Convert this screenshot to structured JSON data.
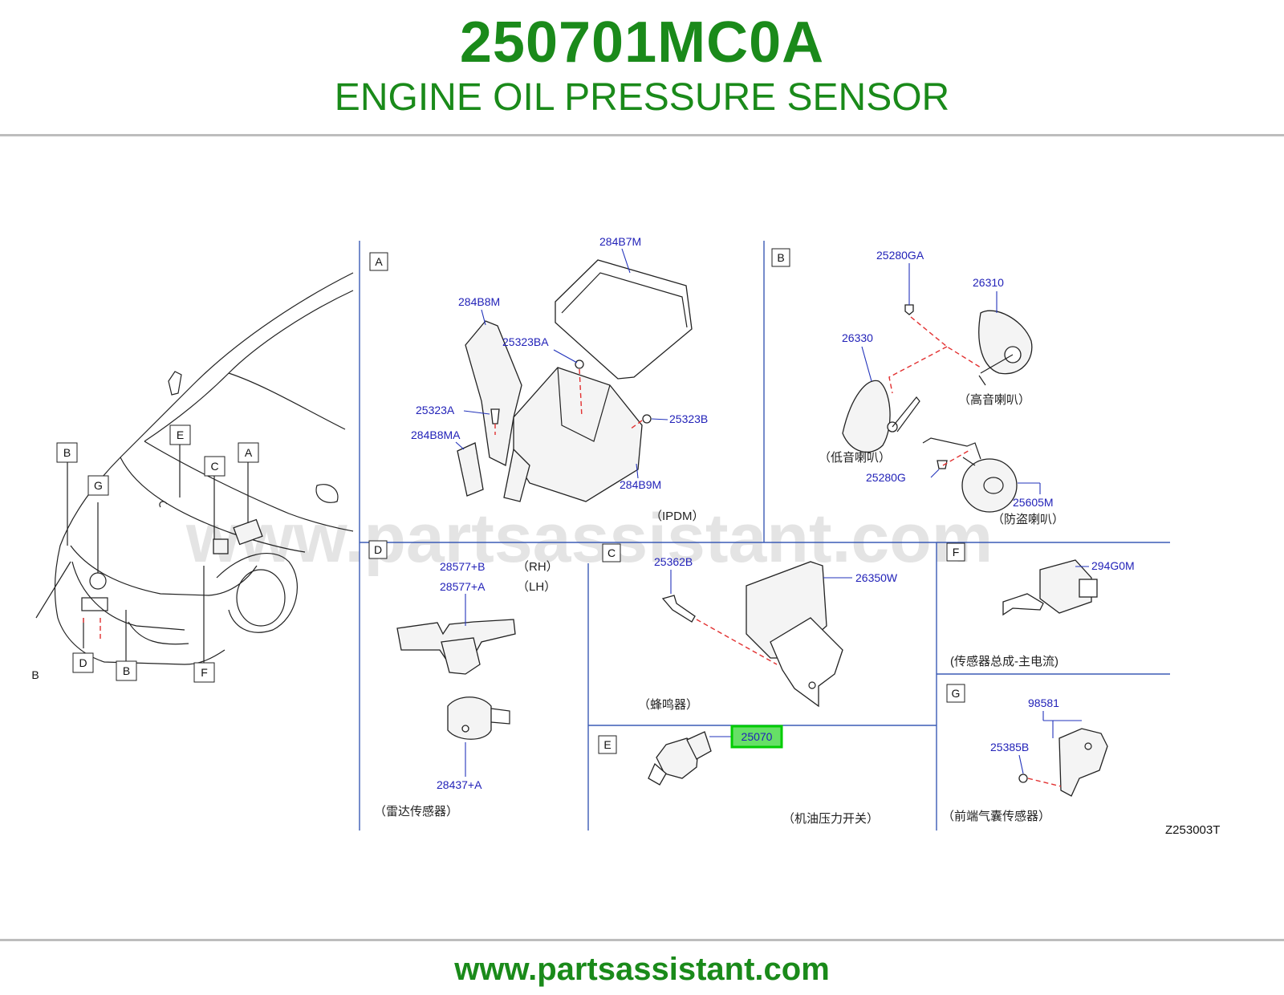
{
  "header": {
    "part_number": "250701MC0A",
    "description": "ENGINE OIL PRESSURE SENSOR"
  },
  "footer": {
    "url": "www.partsassistant.com"
  },
  "watermark": "www.partsassistant.com",
  "diagram": {
    "code": "Z253003T",
    "overview_letters": [
      "B",
      "G",
      "E",
      "C",
      "A",
      "B",
      "D",
      "B",
      "F"
    ],
    "panels": {
      "A": {
        "letter": "A",
        "labels": [
          "284B7M",
          "284B8M",
          "25323BA",
          "25323A",
          "25323B",
          "284B8MA",
          "284B9M"
        ],
        "caption": "（IPDM）"
      },
      "B": {
        "letter": "B",
        "labels": [
          "25280GA",
          "26310",
          "26330",
          "25280G",
          "25605M"
        ],
        "captions": [
          "（高音喇叭）",
          "（低音喇叭）",
          "（防盗喇叭）"
        ]
      },
      "C": {
        "letter": "C",
        "labels": [
          "25362B",
          "26350W"
        ],
        "caption": "（蜂鸣器）"
      },
      "D": {
        "letter": "D",
        "labels": [
          "28577+B",
          "28577+A",
          "28437+A"
        ],
        "side_rh": "（RH）",
        "side_lh": "（LH）",
        "caption": "（雷达传感器）"
      },
      "E": {
        "letter": "E",
        "labels": [
          "25070"
        ],
        "caption": "（机油压力开关）",
        "highlight_color": "#00cc00",
        "highlight_fill": "#66e066"
      },
      "F": {
        "letter": "F",
        "labels": [
          "294G0M"
        ],
        "caption": "(传感器总成-主电流)"
      },
      "G": {
        "letter": "G",
        "labels": [
          "98581",
          "25385B"
        ],
        "caption": "（前端气囊传感器）"
      }
    }
  },
  "colors": {
    "title_green": "#1a8a1a",
    "label_blue": "#2222b8",
    "separator_blue": "#3b5bb5",
    "dash_red": "#e23030",
    "rule_gray": "#bdbdbd"
  }
}
